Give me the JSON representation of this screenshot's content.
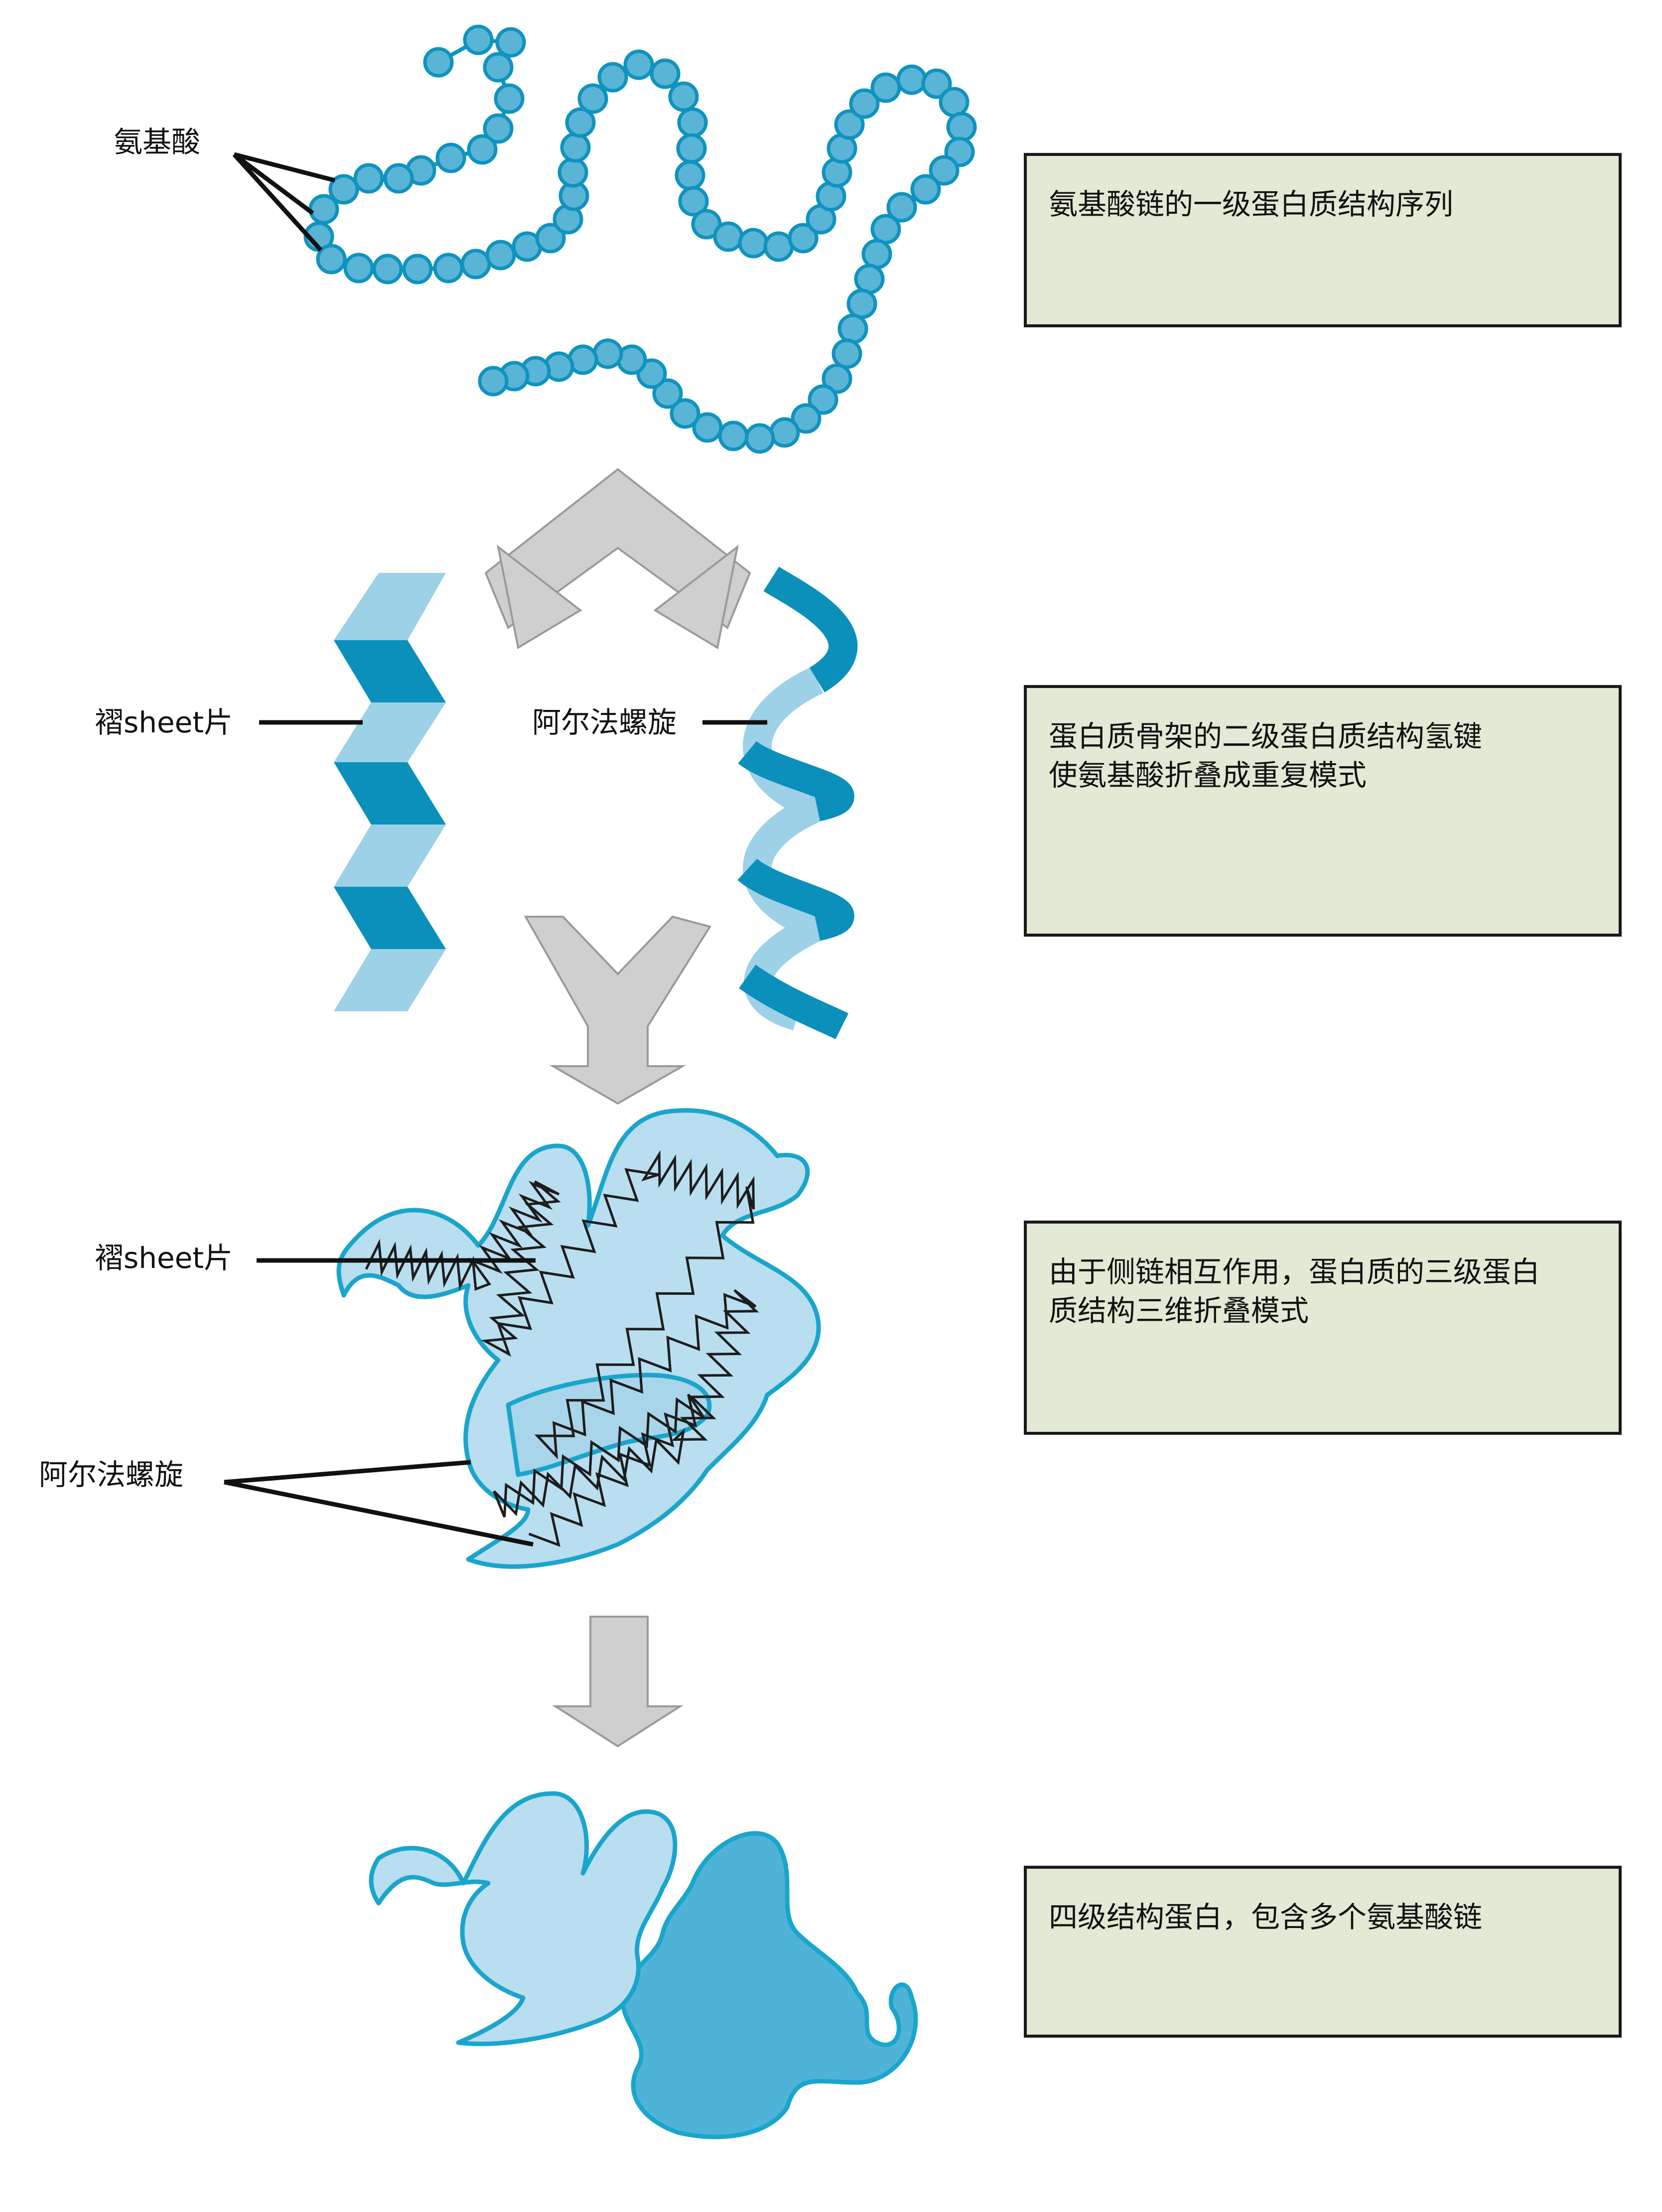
{
  "labels": {
    "amino_acids": "氨基酸",
    "beta_sheet_top": "褶sheet片",
    "alpha_helix_top": "阿尔法螺旋",
    "beta_sheet_mid": "褶sheet片",
    "alpha_helix_mid": "阿尔法螺旋"
  },
  "boxes": {
    "primary": [
      "氨基酸链的一级蛋白质结构序列"
    ],
    "secondary": [
      "蛋白质骨架的二级蛋白质结构氢键",
      "使氨基酸折叠成重复模式"
    ],
    "tertiary": [
      "由于侧链相互作用，蛋白质的三级蛋白",
      "质结构三维折叠模式"
    ],
    "quaternary": [
      "四级结构蛋白，包含多个氨基酸链"
    ]
  },
  "colors": {
    "bead_fill": "#5ab4d6",
    "bead_stroke": "#0f93bf",
    "dark_blue": "#0b8fbb",
    "light_blue": "#9dd1e8",
    "tertiary_fill": "#b9def0",
    "quaternary_dark": "#4fb3d8",
    "arrow_gray": "#cfcfcf",
    "box_fill": "#e2e9d4"
  }
}
